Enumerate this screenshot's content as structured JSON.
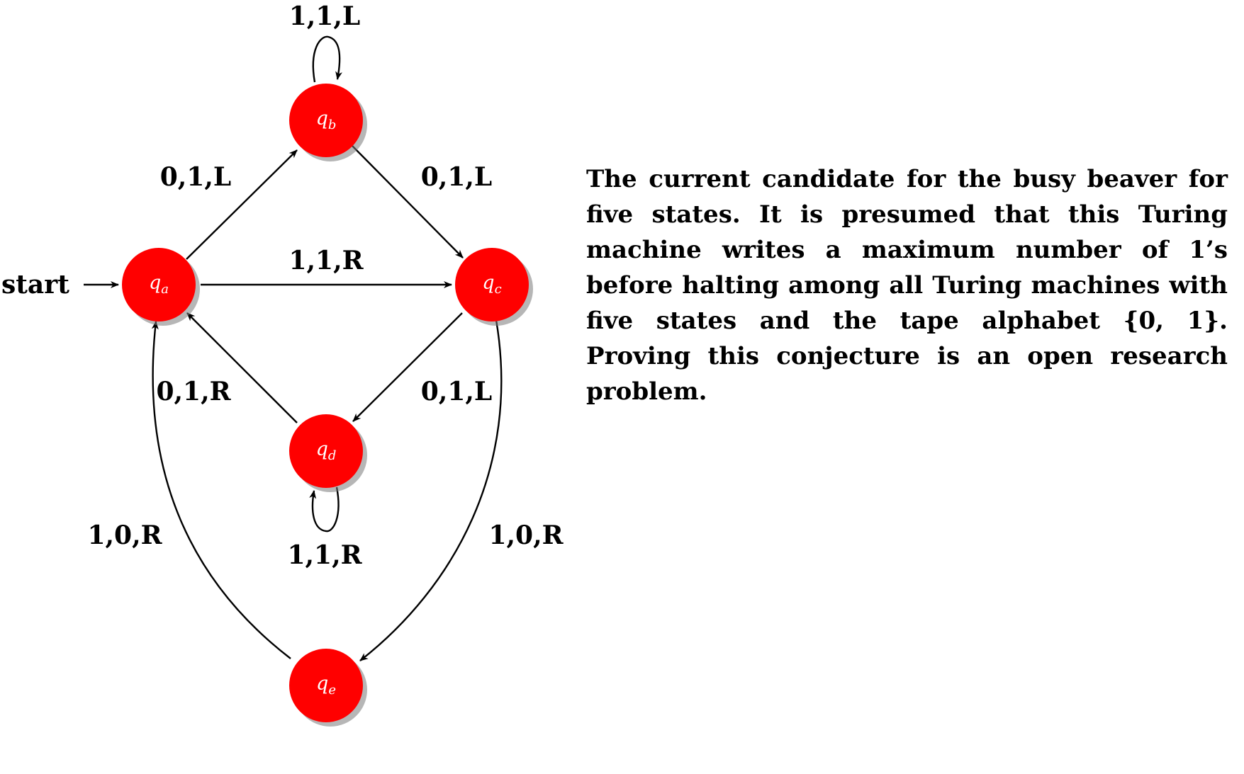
{
  "diagram": {
    "start_label": "start",
    "states": {
      "a": {
        "base": "q",
        "sub": "a",
        "color": "#ff0000"
      },
      "b": {
        "base": "q",
        "sub": "b",
        "color": "#ff0000"
      },
      "c": {
        "base": "q",
        "sub": "c",
        "color": "#ff0000"
      },
      "d": {
        "base": "q",
        "sub": "d",
        "color": "#ff0000"
      },
      "e": {
        "base": "q",
        "sub": "e",
        "color": "#ff0000"
      }
    },
    "transitions": {
      "b_loop": "1,1,L",
      "a_to_b": "0,1,L",
      "b_to_c": "0,1,L",
      "a_to_c": "1,1,R",
      "d_to_a": "0,1,R",
      "c_to_d": "0,1,L",
      "d_loop": "1,1,R",
      "e_to_a": "1,0,R",
      "c_to_e": "1,0,R"
    }
  },
  "caption": {
    "text": "The current candidate for the busy beaver for five states. It is presumed that this Turing machine writes a maximum number of 1’s before halting among all Turing machines with five states and the tape alphabet {0, 1}. Proving this conjecture is an open research problem."
  }
}
